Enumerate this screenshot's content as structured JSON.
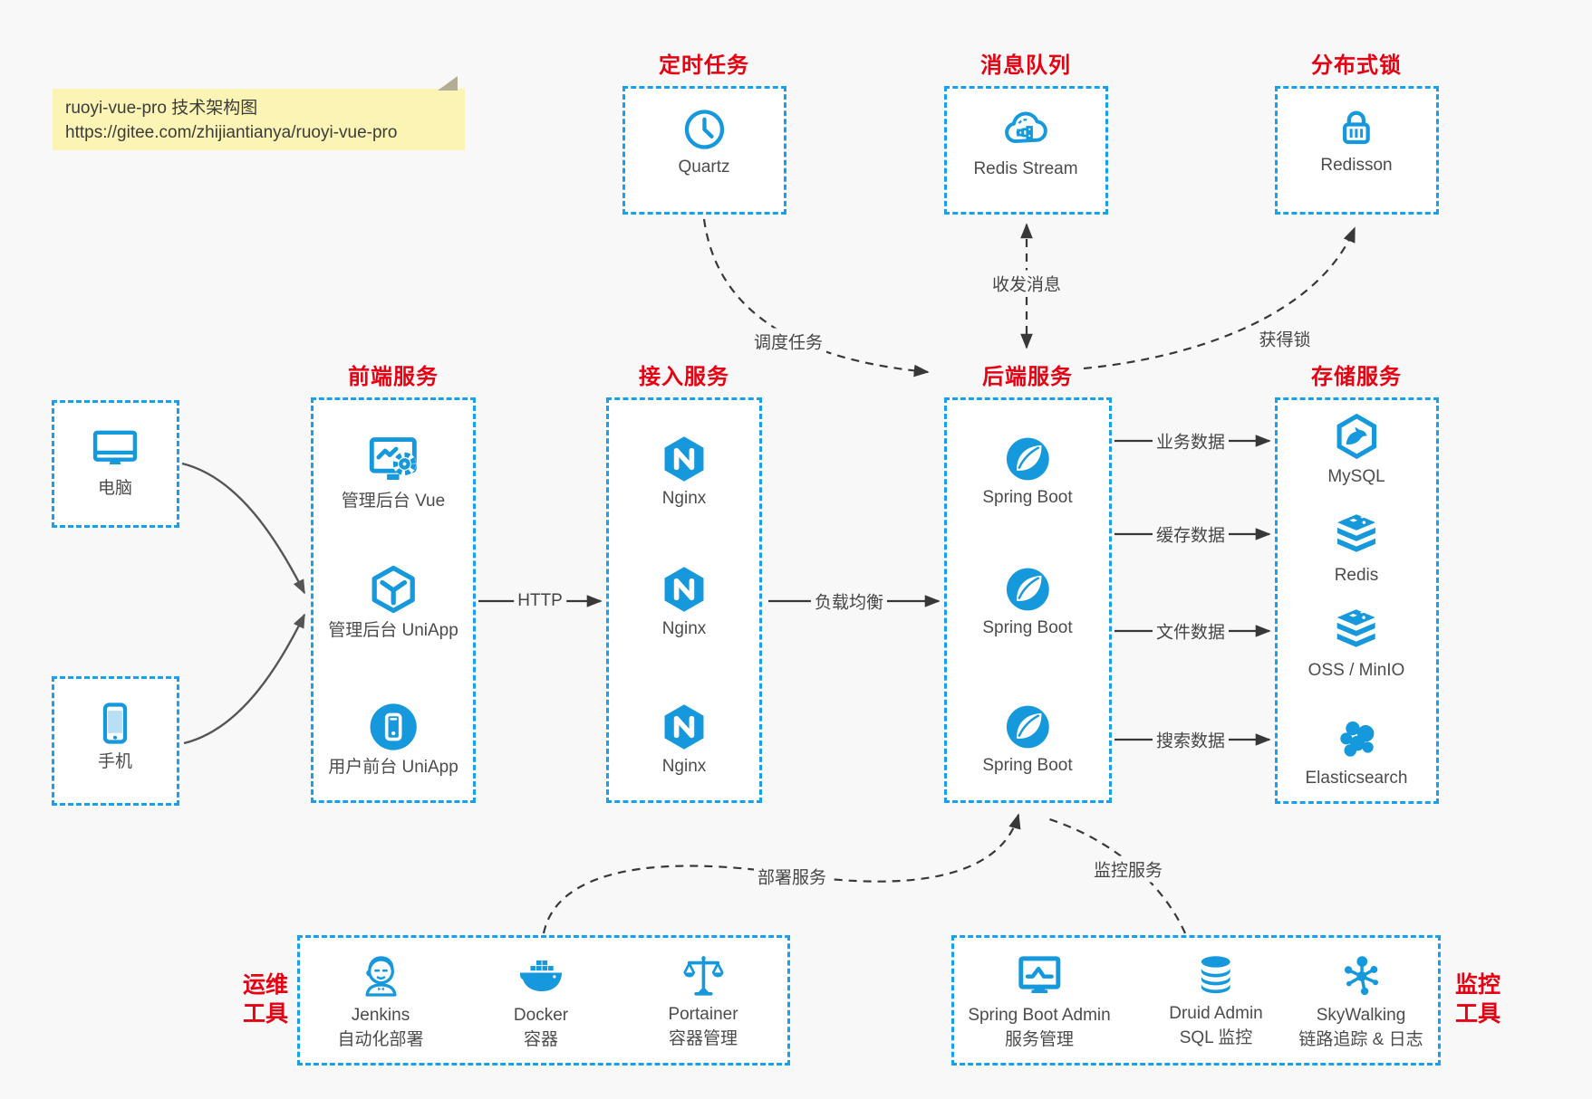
{
  "note": {
    "line1": "ruoyi-vue-pro 技术架构图",
    "line2": "https://gitee.com/zhijiantianya/ruoyi-vue-pro"
  },
  "colors": {
    "blue_icon": "#1598dc",
    "blue_border": "#18a0f0",
    "title_red": "#e60012",
    "arrow_dark": "#383838",
    "arrow_gray": "#555555",
    "note_bg": "#fbf4b4",
    "page_bg": "#f8f8f8"
  },
  "groups": {
    "scheduler": {
      "title": "定时任务",
      "items": [
        {
          "label": "Quartz",
          "icon": "clock-icon"
        }
      ]
    },
    "mq": {
      "title": "消息队列",
      "items": [
        {
          "label": "Redis Stream",
          "icon": "cloud-network-icon"
        }
      ]
    },
    "lock": {
      "title": "分布式锁",
      "items": [
        {
          "label": "Redisson",
          "icon": "lock-icon"
        }
      ]
    },
    "clients": {
      "items": [
        {
          "label": "电脑",
          "icon": "computer-icon"
        },
        {
          "label": "手机",
          "icon": "phone-icon"
        }
      ]
    },
    "frontend": {
      "title": "前端服务",
      "items": [
        {
          "label": "管理后台 Vue",
          "icon": "admin-monitor-gear-icon"
        },
        {
          "label": "管理后台 UniApp",
          "icon": "cube-icon"
        },
        {
          "label": "用户前台 UniApp",
          "icon": "phone-circle-icon"
        }
      ]
    },
    "gateway": {
      "title": "接入服务",
      "items": [
        {
          "label": "Nginx",
          "icon": "nginx-icon"
        },
        {
          "label": "Nginx",
          "icon": "nginx-icon"
        },
        {
          "label": "Nginx",
          "icon": "nginx-icon"
        }
      ]
    },
    "backend": {
      "title": "后端服务",
      "items": [
        {
          "label": "Spring Boot",
          "icon": "spring-leaf-icon"
        },
        {
          "label": "Spring Boot",
          "icon": "spring-leaf-icon"
        },
        {
          "label": "Spring Boot",
          "icon": "spring-leaf-icon"
        }
      ]
    },
    "storage": {
      "title": "存储服务",
      "items": [
        {
          "label": "MySQL",
          "icon": "mysql-dolphin-icon"
        },
        {
          "label": "Redis",
          "icon": "redis-stack-icon"
        },
        {
          "label": "OSS / MinIO",
          "icon": "storage-stack-icon"
        },
        {
          "label": "Elasticsearch",
          "icon": "elasticsearch-cluster-icon"
        }
      ]
    },
    "devops": {
      "title_lines": [
        "运维",
        "工具"
      ],
      "items": [
        {
          "name": "Jenkins",
          "desc": "自动化部署",
          "icon": "jenkins-butler-icon"
        },
        {
          "name": "Docker",
          "desc": "容器",
          "icon": "docker-whale-icon"
        },
        {
          "name": "Portainer",
          "desc": "容器管理",
          "icon": "scales-icon"
        }
      ]
    },
    "monitoring": {
      "title_lines": [
        "监控",
        "工具"
      ],
      "items": [
        {
          "name": "Spring Boot Admin",
          "desc": "服务管理",
          "icon": "monitor-chart-icon"
        },
        {
          "name": "Druid Admin",
          "desc": "SQL 监控",
          "icon": "database-icon"
        },
        {
          "name": "SkyWalking",
          "desc": "链路追踪 & 日志",
          "icon": "topology-icon"
        }
      ]
    }
  },
  "edges": {
    "schedule": "调度任务",
    "messaging": "收发消息",
    "lock": "获得锁",
    "http": "HTTP",
    "load_balance": "负载均衡",
    "business": "业务数据",
    "cache": "缓存数据",
    "file": "文件数据",
    "search": "搜索数据",
    "deploy": "部署服务",
    "monitor": "监控服务"
  }
}
